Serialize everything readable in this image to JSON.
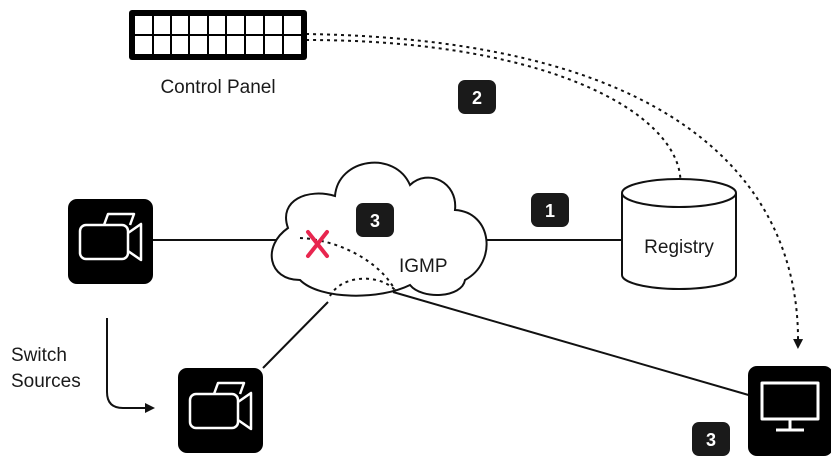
{
  "labels": {
    "control_panel": "Control Panel",
    "registry": "Registry",
    "igmp": "IGMP",
    "switch_line1": "Switch",
    "switch_line2": "Sources"
  },
  "badges": {
    "step1": "1",
    "step2": "2",
    "step3_cloud": "3",
    "step3_display": "3"
  },
  "colors": {
    "ink": "#111111",
    "badge_bg": "#1a1a1a",
    "cross": "#e8264f",
    "background": "#ffffff"
  },
  "icons": {
    "camera_source": "video-camera-icon",
    "display": "monitor-icon",
    "control_panel": "button-grid-icon",
    "registry": "database-cylinder-icon",
    "network": "cloud-icon",
    "blocked": "x-cross-icon"
  }
}
